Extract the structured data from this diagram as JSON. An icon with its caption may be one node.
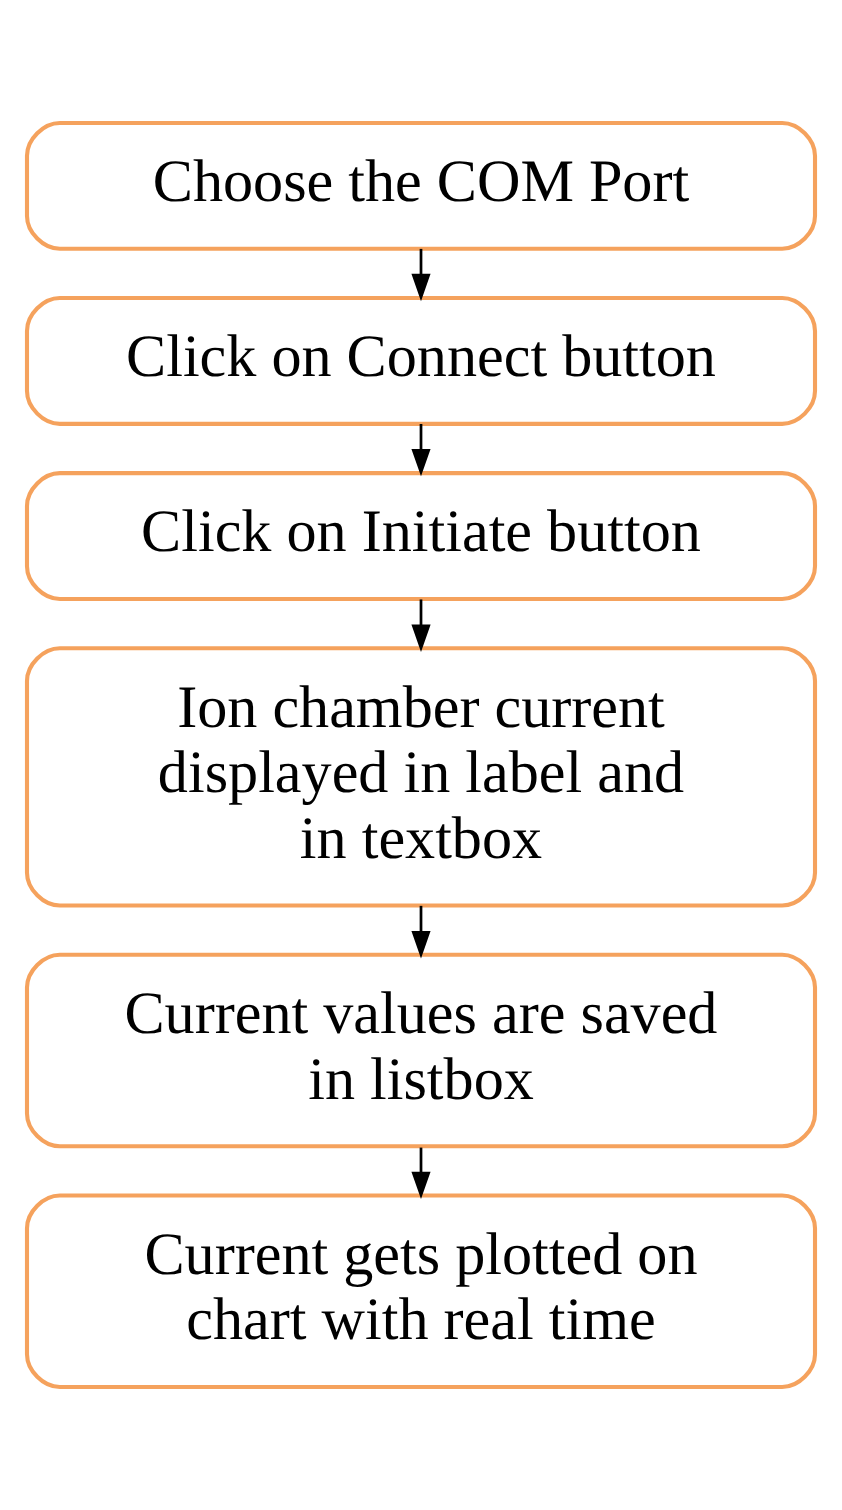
{
  "diagram": {
    "nodes": [
      {
        "text": [
          "Choose the COM Port"
        ]
      },
      {
        "text": [
          "Click on Connect button"
        ]
      },
      {
        "text": [
          "Click on Initiate button"
        ]
      },
      {
        "text": [
          "Ion chamber current displayed in label and in textbox"
        ]
      },
      {
        "text": [
          "Current values are saved in listbox"
        ]
      },
      {
        "text": [
          "Current gets plotted on chart with real time"
        ]
      }
    ],
    "edges": [
      {
        "from": 0,
        "to": 1,
        "arrow": "to"
      },
      {
        "from": 1,
        "to": 2,
        "arrow": "to"
      },
      {
        "from": 2,
        "to": 3,
        "arrow": "to"
      },
      {
        "from": 3,
        "to": 4,
        "arrow": "to"
      },
      {
        "from": 4,
        "to": 5,
        "arrow": "to"
      }
    ]
  }
}
